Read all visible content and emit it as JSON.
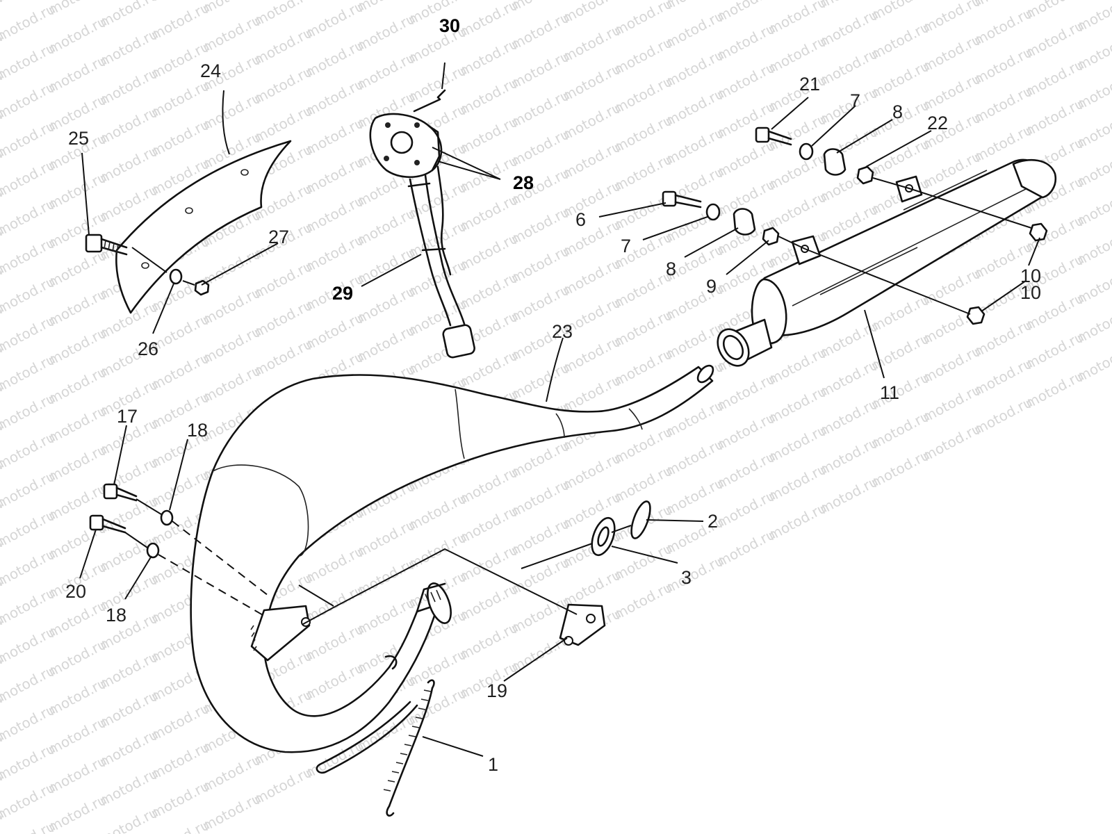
{
  "watermark": {
    "text": "motod.ru"
  },
  "callouts": {
    "c1": "1",
    "c2": "2",
    "c3": "3",
    "c6": "6",
    "c7a": "7",
    "c7b": "7",
    "c8a": "8",
    "c8b": "8",
    "c9": "9",
    "c10a": "10",
    "c10b": "10",
    "c11": "11",
    "c17": "17",
    "c18a": "18",
    "c18b": "18",
    "c19": "19",
    "c20": "20",
    "c21": "21",
    "c22": "22",
    "c23": "23",
    "c24": "24",
    "c25": "25",
    "c26": "26",
    "c27": "27",
    "c28": "28",
    "c29": "29",
    "c30": "30"
  }
}
